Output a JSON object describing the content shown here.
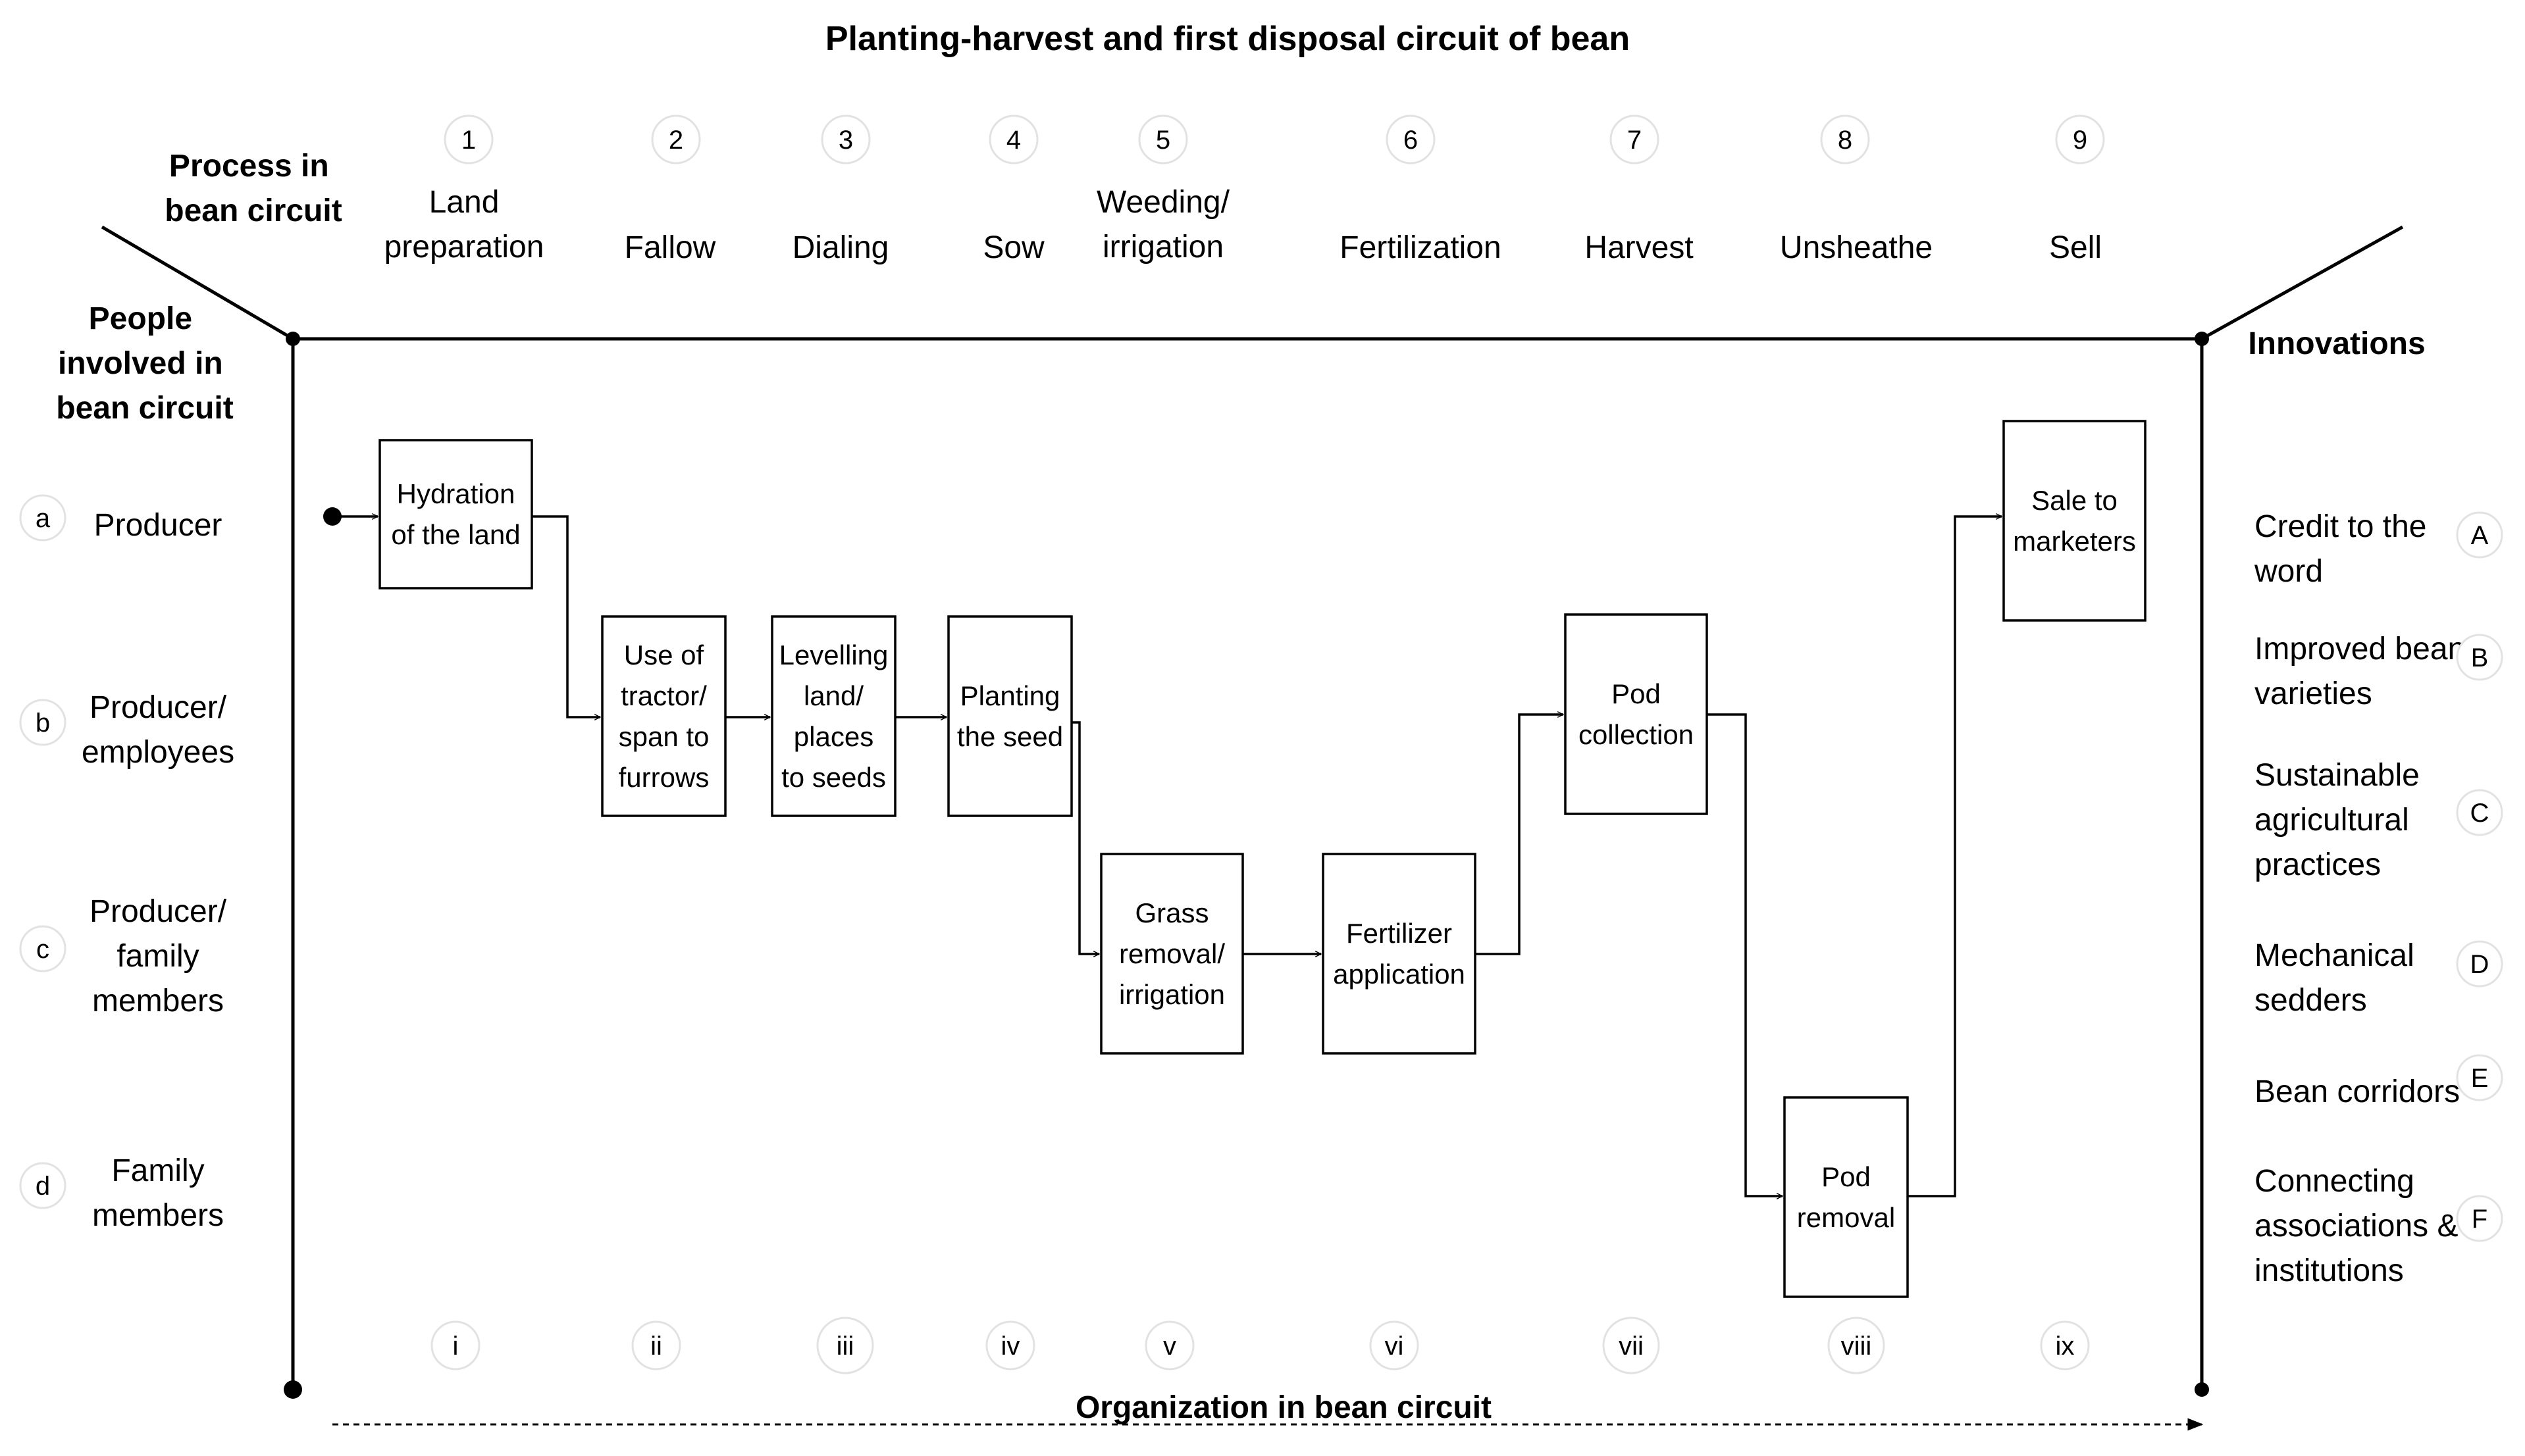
{
  "title": "Planting-harvest and first disposal circuit of bean",
  "process_header": [
    "Process in",
    "bean circuit"
  ],
  "people_header": [
    "People",
    "involved in",
    "bean circuit"
  ],
  "innovations_header": "Innovations",
  "bottom_label": "Organization in bean circuit",
  "processes": [
    {
      "num": "1",
      "label": [
        "Land",
        "preparation"
      ]
    },
    {
      "num": "2",
      "label": [
        "Fallow"
      ]
    },
    {
      "num": "3",
      "label": [
        "Dialing"
      ]
    },
    {
      "num": "4",
      "label": [
        "Sow"
      ]
    },
    {
      "num": "5",
      "label": [
        "Weeding/",
        "irrigation"
      ]
    },
    {
      "num": "6",
      "label": [
        "Fertilization"
      ]
    },
    {
      "num": "7",
      "label": [
        "Harvest"
      ]
    },
    {
      "num": "8",
      "label": [
        "Unsheathe"
      ]
    },
    {
      "num": "9",
      "label": [
        "Sell"
      ]
    }
  ],
  "people": [
    {
      "letter": "a",
      "label": [
        "Producer"
      ]
    },
    {
      "letter": "b",
      "label": [
        "Producer/",
        "employees"
      ]
    },
    {
      "letter": "c",
      "label": [
        "Producer/",
        "family",
        "members"
      ]
    },
    {
      "letter": "d",
      "label": [
        "Family",
        "members"
      ]
    }
  ],
  "innovations": [
    {
      "letter": "A",
      "label": [
        "Credit to the",
        "word"
      ]
    },
    {
      "letter": "B",
      "label": [
        "Improved bean",
        "varieties"
      ]
    },
    {
      "letter": "C",
      "label": [
        "Sustainable",
        "agricultural",
        "practices"
      ]
    },
    {
      "letter": "D",
      "label": [
        "Mechanical",
        "sedders"
      ]
    },
    {
      "letter": "E",
      "label": [
        "Bean corridors"
      ]
    },
    {
      "letter": "F",
      "label": [
        "Connecting",
        "associations &",
        "institutions"
      ]
    }
  ],
  "steps": [
    {
      "label": [
        "Hydration",
        "of the land"
      ]
    },
    {
      "label": [
        "Use of",
        "tractor/",
        "span to",
        "furrows"
      ]
    },
    {
      "label": [
        "Levelling",
        "land/",
        "places",
        "to seeds"
      ]
    },
    {
      "label": [
        "Planting",
        "the seed"
      ]
    },
    {
      "label": [
        "Grass",
        "removal/",
        "irrigation"
      ]
    },
    {
      "label": [
        "Fertilizer",
        "application"
      ]
    },
    {
      "label": [
        "Pod",
        "collection"
      ]
    },
    {
      "label": [
        "Pod",
        "removal"
      ]
    },
    {
      "label": [
        "Sale to",
        "marketers"
      ]
    }
  ],
  "organization": [
    "i",
    "ii",
    "iii",
    "iv",
    "v",
    "vi",
    "vii",
    "viii",
    "ix"
  ]
}
